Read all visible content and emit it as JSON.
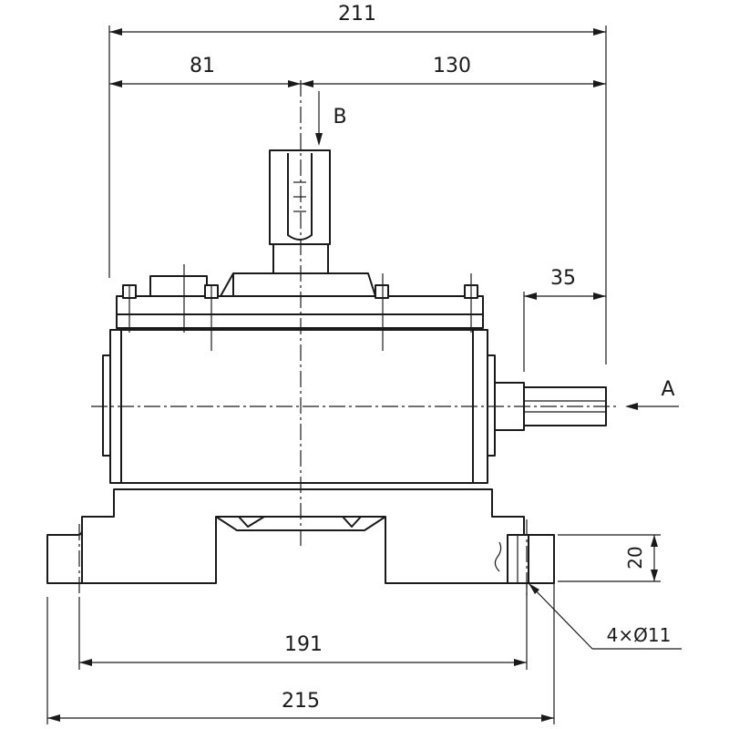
{
  "dimensions": {
    "overall_width": "211",
    "left_to_axis": "81",
    "axis_to_right": "130",
    "shaft_a_length": "35",
    "base_height": "20",
    "hole_spacing": "191",
    "base_width": "215",
    "holes": "4×Ø11"
  },
  "views": {
    "output_shaft": "B",
    "input_shaft": "A"
  }
}
